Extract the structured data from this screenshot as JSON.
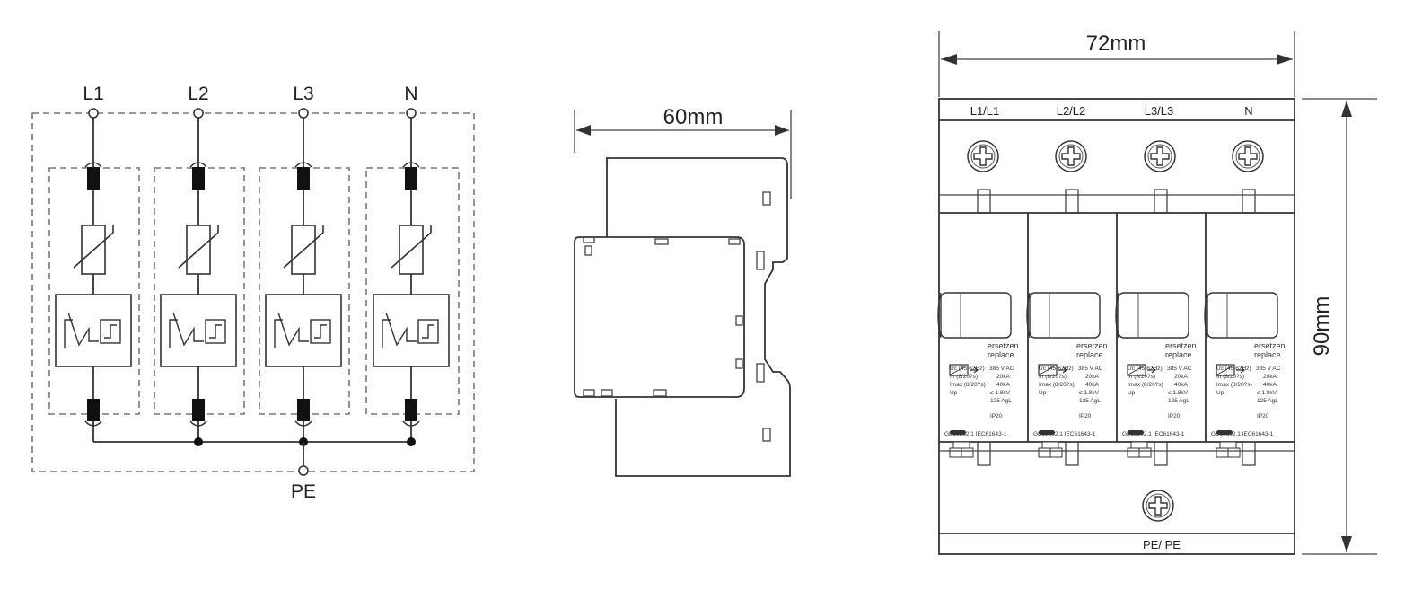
{
  "schematic": {
    "terminals": [
      "L1",
      "L2",
      "L3",
      "N"
    ],
    "ground_label": "PE"
  },
  "side_view": {
    "width_label": "60mm"
  },
  "front_view": {
    "width_label": "72mm",
    "height_label": "90mm",
    "top_labels": [
      "L1/L1",
      "L2/L2",
      "L3/L3",
      "N"
    ],
    "bottom_label": "PE/ PE",
    "module": {
      "status_text_de": "ersetzen",
      "status_text_en": "replace",
      "specs": [
        {
          "symbol": "Uc (45-62Hz)",
          "value": "385 V AC"
        },
        {
          "symbol": "In (8/20?s)",
          "value": "20kA"
        },
        {
          "symbol": "Imax (8/20?s)",
          "value": "40kA"
        },
        {
          "symbol": "Up",
          "value": "≤ 1.8kV"
        },
        {
          "symbol": "",
          "value": "125 AgL"
        }
      ],
      "ip_rating": "IP20",
      "standards": "GB18802.1 IEC61643-1"
    }
  }
}
